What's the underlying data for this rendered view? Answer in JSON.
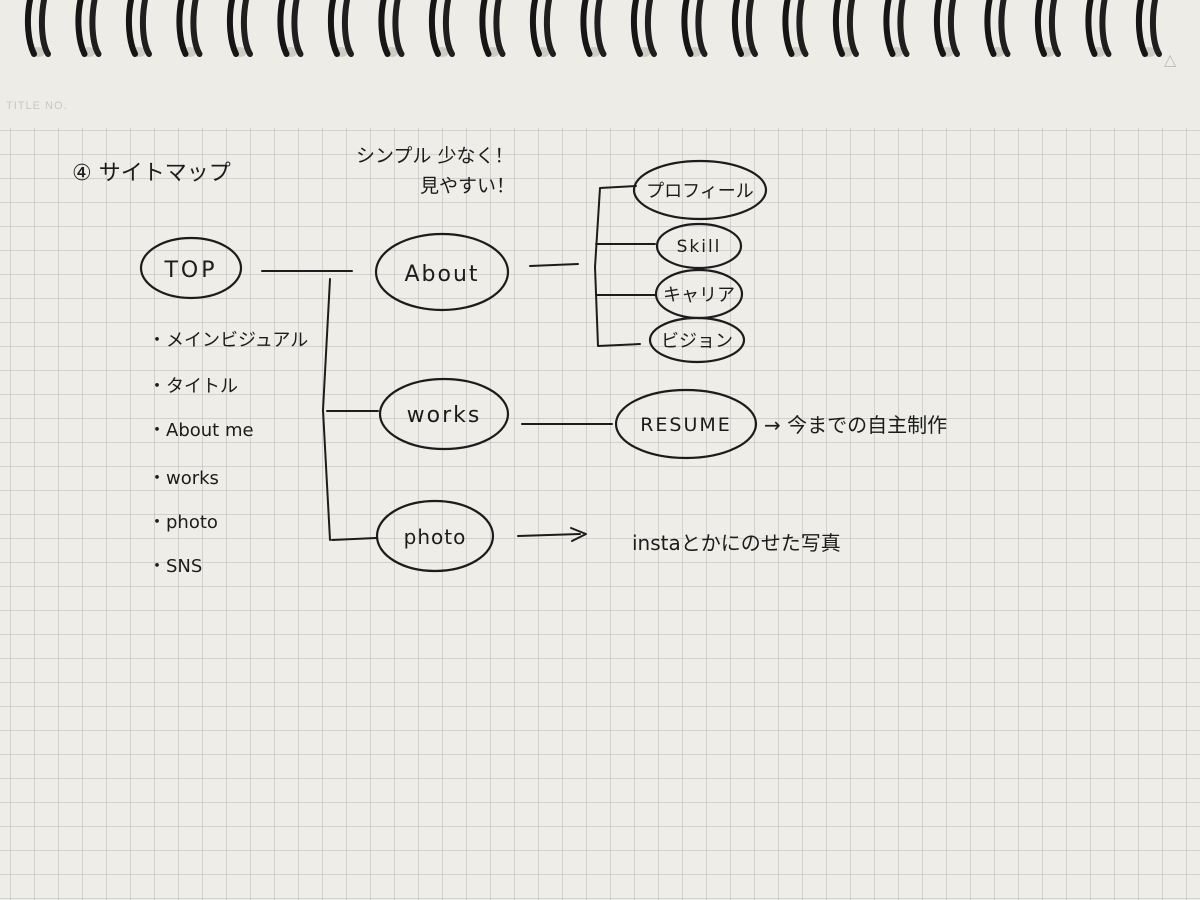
{
  "header": {
    "label": "TITLE NO.",
    "corner_mark": "△"
  },
  "diagram": {
    "heading": "④ サイトマップ",
    "note": [
      "シンプル 少なく！",
      "見やすい！"
    ],
    "nodes": {
      "top": "TOP",
      "about": "About",
      "works": "works",
      "photo": "photo",
      "profile": "プロフィール",
      "skill": "Skill",
      "career": "キャリア",
      "vision": "ビジョン",
      "resume": "RESUME"
    },
    "top_items": [
      "・メインビジュアル",
      "・タイトル",
      "・About me",
      "・works",
      "・photo",
      "・SNS"
    ],
    "annotations": {
      "resume_note": "→ 今までの自主制作",
      "photo_note": "instaとかにのせた写真"
    }
  },
  "colors": {
    "ink": "#1c1c1c",
    "paper": "#efede8",
    "grid": "#a0aab2"
  }
}
